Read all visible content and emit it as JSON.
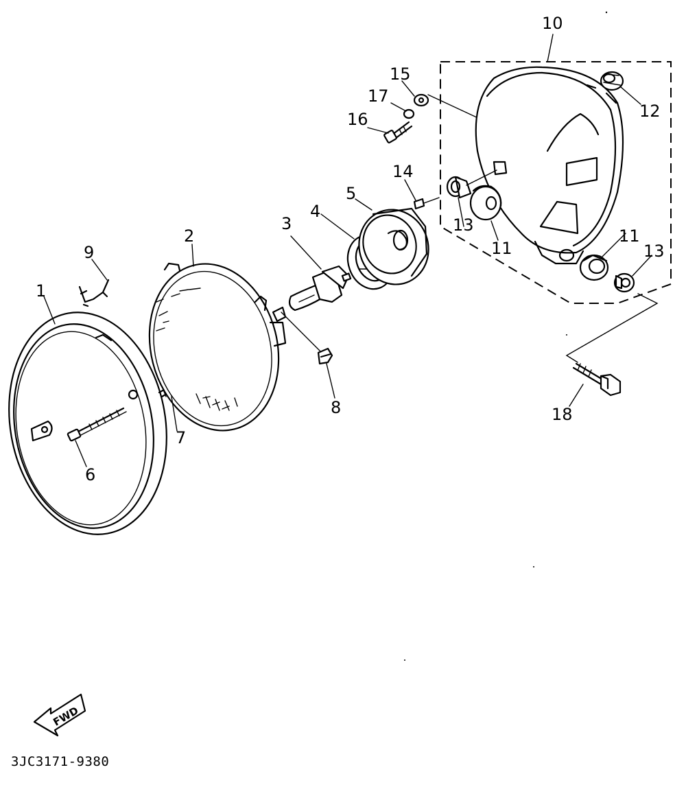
{
  "diagram": {
    "callouts": [
      "1",
      "2",
      "3",
      "4",
      "5",
      "6",
      "7",
      "8",
      "9",
      "10",
      "11",
      "11",
      "12",
      "13",
      "13",
      "14",
      "15",
      "16",
      "17",
      "18"
    ],
    "direction_marker": "FWD",
    "code": "3JC3171-9380"
  }
}
